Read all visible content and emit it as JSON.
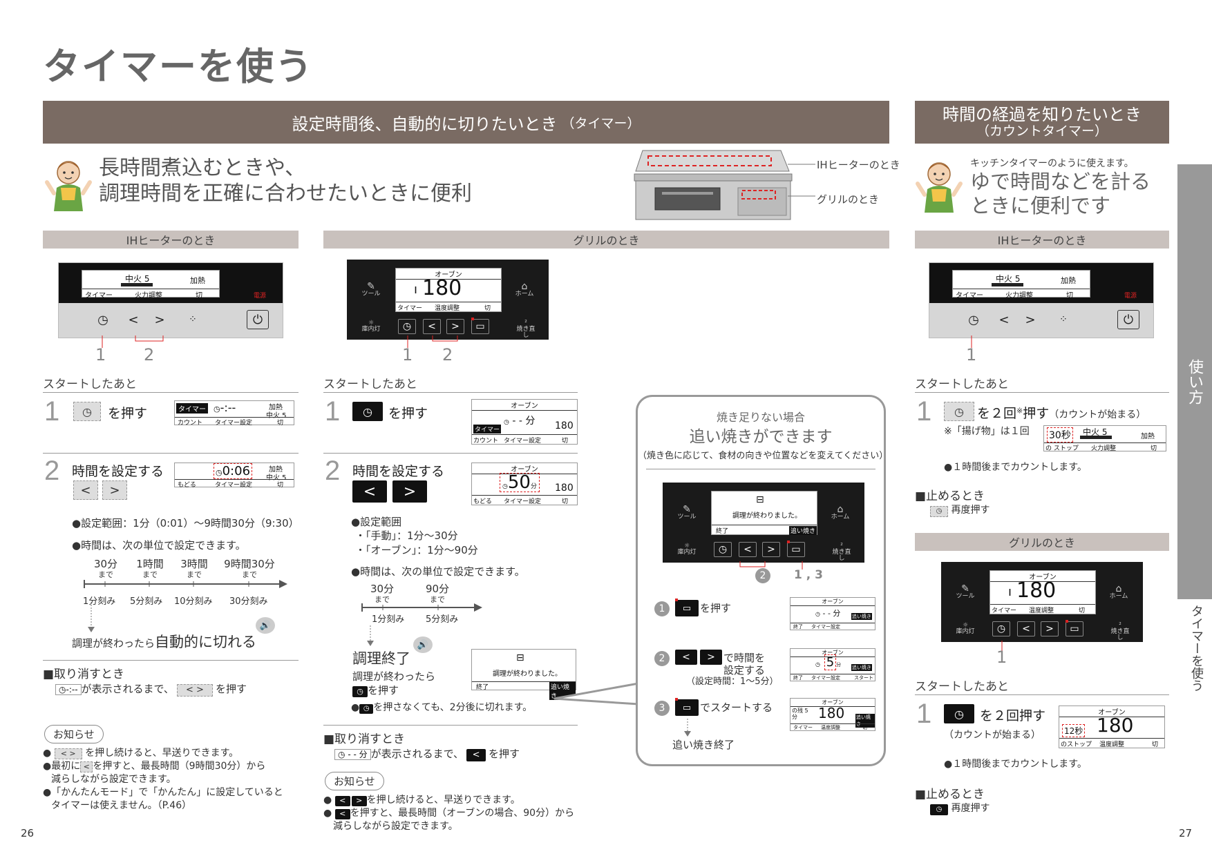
{
  "page_title": "タイマーを使う",
  "left_banner": {
    "main": "設定時間後、自動的に切りたいとき",
    "sub": "（タイマー）"
  },
  "right_banner": {
    "main": "時間の経過を知りたいとき",
    "sub": "（カウントタイマー）"
  },
  "intro_left": {
    "line1": "長時間煮込むときや、",
    "line2": "調理時間を正確に合わせたいときに便利"
  },
  "intro_right": {
    "small": "キッチンタイマーのように使えます。",
    "line1": "ゆで時間などを計る",
    "line2": "ときに便利です"
  },
  "diagram_labels": {
    "ih": "IHヒーターのとき",
    "grill": "グリルのとき"
  },
  "section_heads": {
    "ih": "IHヒーターのとき",
    "grill": "グリルのとき",
    "ih_right": "IHヒーターのとき",
    "grill_right": "グリルのとき"
  },
  "ih_panel": {
    "heat": "中火 5",
    "heat_mode": "加熱",
    "tab_timer": "タイマー",
    "tab_power": "火力調整",
    "tab_off": "切",
    "power": "電源",
    "num1": "1",
    "num2": "2"
  },
  "grill_panel": {
    "top": "オーブン",
    "temp": "180",
    "tab_timer": "タイマー",
    "tab_temp": "温度調整",
    "tab_off": "切",
    "tool": "ツール",
    "home": "ホーム",
    "light": "庫内灯",
    "redo": "焼き直し",
    "num1": "1",
    "num2": "2"
  },
  "after_start": "スタートしたあと",
  "ih_steps": {
    "step1_num": "1",
    "step1_text": "を押す",
    "step1_lcd": {
      "tag": "タイマー",
      "val": "-:--",
      "mode": "加熱",
      "heat": "中火 5",
      "t1": "カウント",
      "t2": "タイマー設定",
      "t3": "切"
    },
    "step2_num": "2",
    "step2_text": "時間を設定する",
    "step2_lcd": {
      "val": "0:06",
      "mode": "加熱",
      "heat": "中火 5",
      "t1": "もどる",
      "t2": "タイマー設定",
      "t3": "切"
    },
    "range": "●設定範囲：1分（0:01）～9時間30分（9:30）",
    "unit_note": "●時間は、次の単位で設定できます。",
    "scale_tops": [
      "30分",
      "1時間",
      "3時間",
      "9時間30分"
    ],
    "scale_made": "まで",
    "scale_steps": [
      "1分刻み",
      "5分刻み",
      "10分刻み",
      "30分刻み"
    ],
    "auto_off_prefix": "調理が終わったら",
    "auto_off_main": "自動的に切れる",
    "cancel_title": "■取り消すとき",
    "cancel_lcd": "-:--",
    "cancel_text1": "が表示されるまで、",
    "cancel_text2": "を押す"
  },
  "ih_notice": {
    "label": "お知らせ",
    "items": [
      "を押し続けると、早送りできます。",
      "最初に",
      "を押すと、最長時間（9時間30分）から",
      "減らしながら設定できます。",
      "「かんたんモード」で「かんたん」に設定していると",
      "タイマーは使えません。（P.46）"
    ]
  },
  "grill_steps": {
    "step1_num": "1",
    "step1_text": "を押す",
    "step1_lcd": {
      "top": "オーブン",
      "tag": "タイマー",
      "val": "- - 分",
      "temp": "180",
      "t1": "カウント",
      "t2": "タイマー設定",
      "t3": "切"
    },
    "step2_num": "2",
    "step2_text": "時間を設定する",
    "step2_lcd": {
      "top": "オーブン",
      "val": "50",
      "unit": "分",
      "temp": "180",
      "t1": "もどる",
      "t2": "タイマー設定",
      "t3": "切"
    },
    "range_title": "●設定範囲",
    "range1": "・「手動」：1分～30分",
    "range2": "・「オーブン」：1分～90分",
    "unit_note": "●時間は、次の単位で設定できます。",
    "scale_tops": [
      "30分",
      "90分"
    ],
    "scale_made": "まで",
    "scale_steps": [
      "1分刻み",
      "5分刻み"
    ],
    "end_title": "調理終了",
    "end_text1": "調理が終わったら",
    "end_text2": "を押す",
    "end_lcd_msg": "調理が終わりました。",
    "end_lcd_t1": "終了",
    "end_lcd_t2": "追い焼き",
    "end_note": "を押さなくても、2分後に切れます。",
    "cancel_title": "■取り消すとき",
    "cancel_lcd": "- - 分",
    "cancel_text1": "が表示されるまで、",
    "cancel_text2": "を押す"
  },
  "grill_notice": {
    "label": "お知らせ",
    "items": [
      "を押し続けると、早送りできます。",
      "を押すと、最長時間（オーブンの場合、90分）から",
      "減らしながら設定できます。"
    ]
  },
  "oiyaki": {
    "small": "焼き足りない場合",
    "big": "追い焼きができます",
    "desc": "（焼き色に応じて、食材の向きや位置などを変えてください）",
    "lcd_msg": "調理が終わりました。",
    "lcd_t1": "終了",
    "lcd_t2": "追い焼き",
    "tool": "ツール",
    "home": "ホーム",
    "light": "庫内灯",
    "redo": "焼き直し",
    "num2": "2",
    "num13": "1 , 3",
    "s1_num": "1",
    "s1_text": "を押す",
    "s2_num": "2",
    "s2_text1": "で時間を",
    "s2_text2": "設定する",
    "s2_text3": "（設定時間：1～5分）",
    "s3_num": "3",
    "s3_text": "でスタートする",
    "end": "追い焼き終了",
    "lcd1": {
      "top": "オーブン",
      "val": "- - 分",
      "tag": "追い焼き",
      "t1": "終了",
      "t2": "タイマー設定"
    },
    "lcd2": {
      "top": "オーブン",
      "val": "5",
      "unit": "分",
      "tag": "追い焼き",
      "t1": "終了",
      "t2": "タイマー設定",
      "t3": "スタート"
    },
    "lcd3": {
      "top": "オーブン",
      "left": "の残 5分",
      "temp": "180",
      "tag": "追い焼き",
      "t1": "タイマー",
      "t2": "温度調整",
      "t3": "切"
    }
  },
  "right_ih": {
    "num1": "1",
    "step_num": "1",
    "step_text": "を２回",
    "step_sup": "※",
    "step_text2": "押す",
    "step_paren": "（カウントが始まる）",
    "step_note": "※「揚げ物」は１回",
    "lcd": {
      "val": "30秒",
      "heat": "中火 5",
      "mode": "加熱",
      "t1": "の ストップ",
      "t2": "火力調整",
      "t3": "切"
    },
    "count_note": "●１時間後までカウントします。",
    "stop_title": "■止めるとき",
    "stop_text": "再度押す"
  },
  "right_grill": {
    "num1": "1",
    "step_num": "1",
    "step_text": "を２回押す",
    "step_paren": "（カウントが始まる）",
    "lcd": {
      "top": "オーブン",
      "val": "12秒",
      "temp": "180",
      "t1": "のストップ",
      "t2": "温度調整",
      "t3": "切"
    },
    "count_note": "●１時間後までカウントします。",
    "stop_title": "■止めるとき",
    "stop_text": "再度押す"
  },
  "side_tab": {
    "main": "使い方",
    "sub": "タイマーを使う"
  },
  "page_numbers": {
    "left": "26",
    "right": "27"
  },
  "colors": {
    "banner": "#7a6b63",
    "gray_head": "#c9c1bd",
    "side_tab": "#999999"
  }
}
